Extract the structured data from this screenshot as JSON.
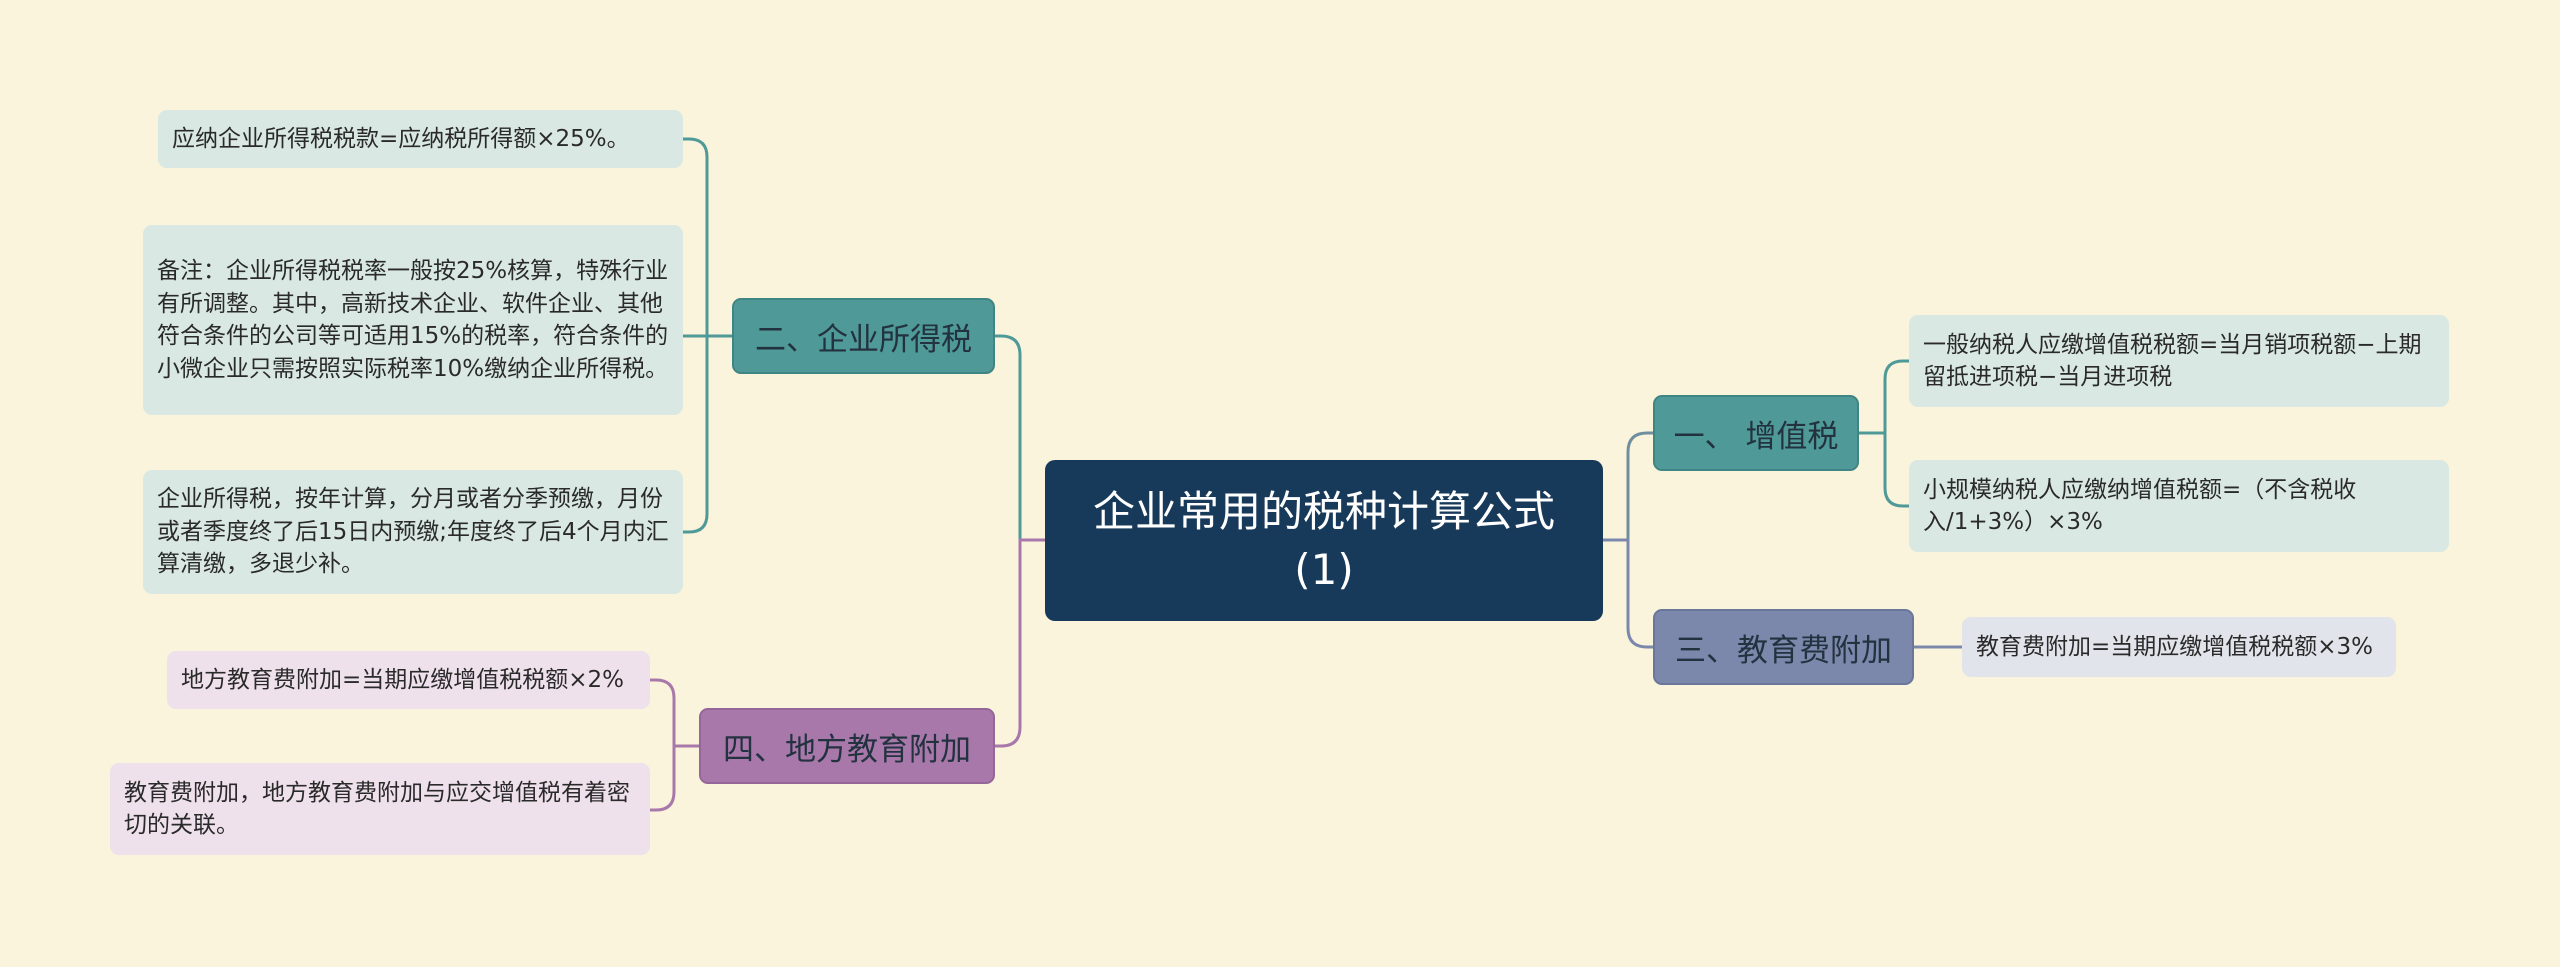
{
  "mindmap": {
    "root": {
      "label": "企业常用的税种计算公式(1)",
      "line1": "企业常用的税种计算公式",
      "line2": "(1)"
    },
    "colors": {
      "background": "#faf4dc",
      "root": "#183a5a",
      "teal": "#4f9a98",
      "blue": "#7c87ac",
      "purple": "#a878ab"
    },
    "branches": {
      "vat": {
        "label": "一、 增值税",
        "leaves": [
          "一般纳税人应缴增值税税额=当月销项税额−上期留抵进项税−当月进项税",
          "小规模纳税人应缴纳增值税额=（不含税收入/1+3%）×3%"
        ]
      },
      "edu": {
        "label": "三、教育费附加",
        "leaves": [
          "教育费附加=当期应缴增值税税额×3%"
        ]
      },
      "cit": {
        "label": "二、企业所得税",
        "leaves": [
          "应纳企业所得税税款=应纳税所得额×25%。",
          "备注：企业所得税税率一般按25%核算，特殊行业有所调整。其中，高新技术企业、软件企业、其他符合条件的公司等可适用15%的税率，符合条件的小微企业只需按照实际税率10%缴纳企业所得税。",
          "企业所得税，按年计算，分月或者分季预缴，月份或者季度终了后15日内预缴;年度终了后4个月内汇算清缴，多退少补。"
        ]
      },
      "local": {
        "label": "四、地方教育附加",
        "leaves": [
          "地方教育费附加=当期应缴增值税税额×2%",
          "教育费附加，地方教育费附加与应交增值税有着密切的关联。"
        ]
      }
    }
  }
}
